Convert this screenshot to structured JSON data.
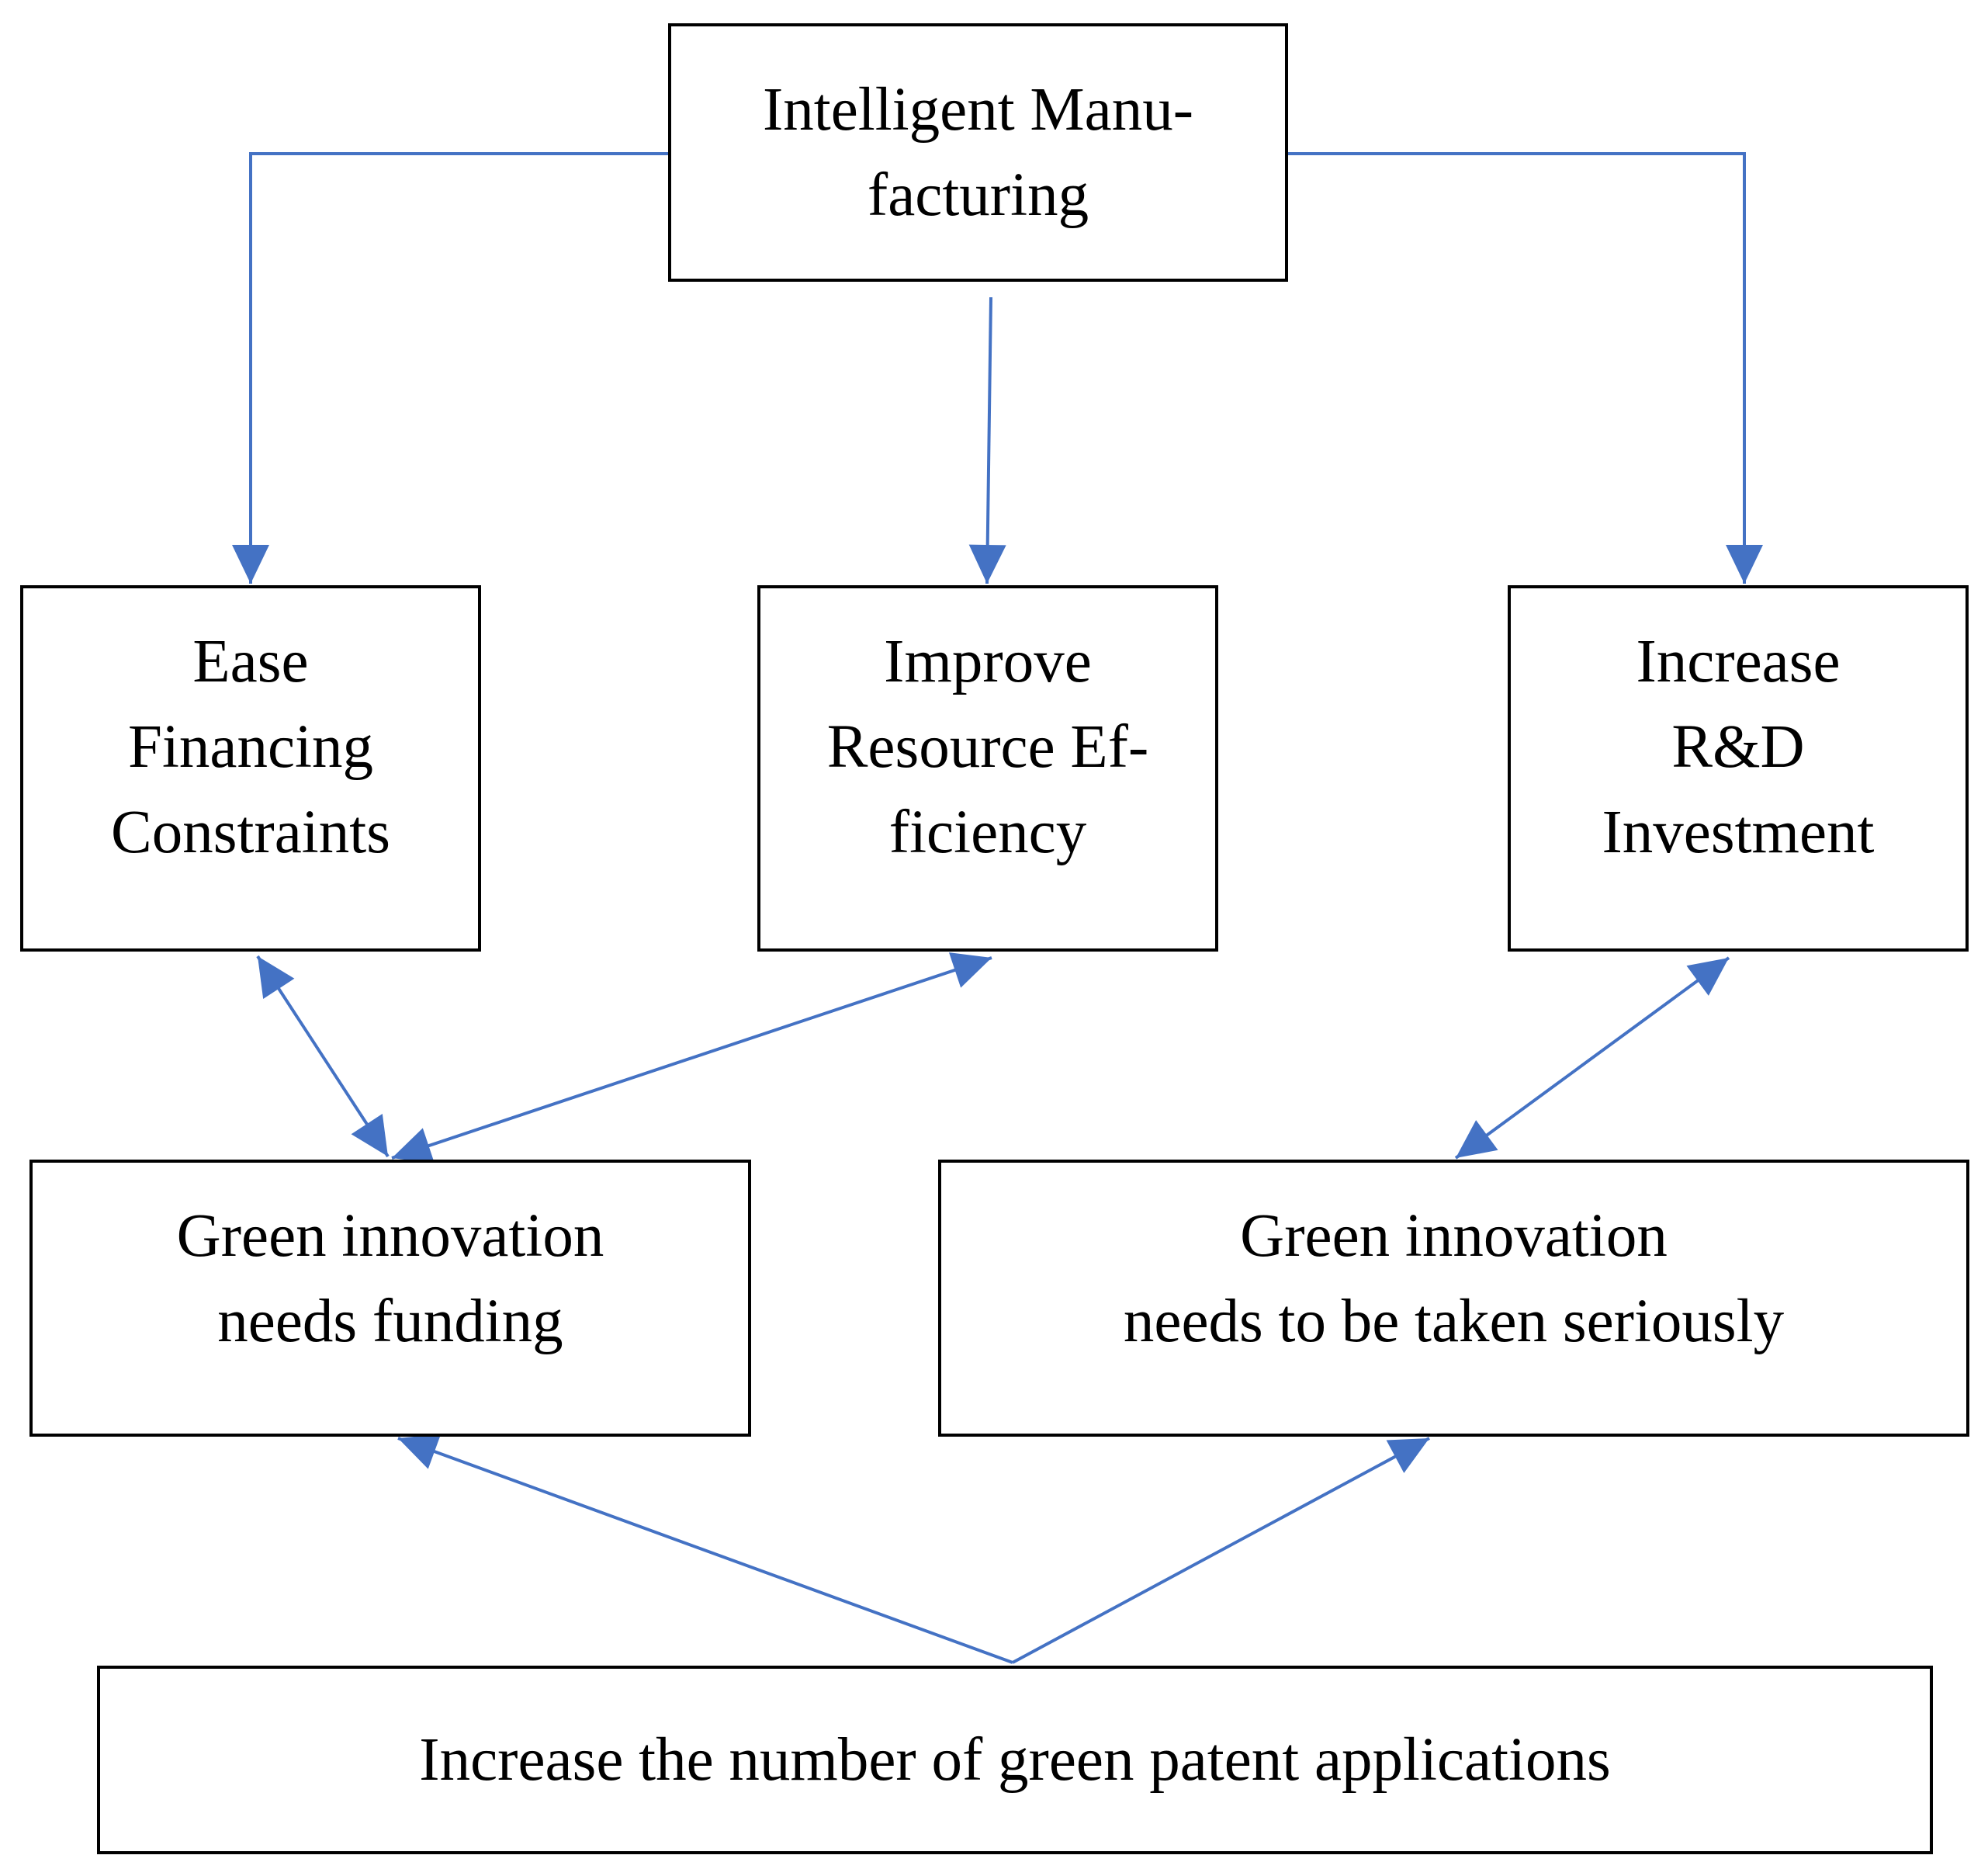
{
  "boxes": {
    "intelligent_manufacturing": "Intelligent Manu-\nfacturing",
    "ease_financing": "Ease\nFinancing\nConstraints",
    "improve_resource": "Improve\nResource Ef-\nficiency",
    "increase_rd": "Increase\nR&D\nInvestment",
    "green_funding": "Green innovation\nneeds funding",
    "green_serious": "Green innovation\nneeds to be taken seriously",
    "green_patents": "Increase the number of green patent applications"
  },
  "colors": {
    "arrow": "#4472C4",
    "border": "#000000",
    "background": "#FFFFFF"
  }
}
